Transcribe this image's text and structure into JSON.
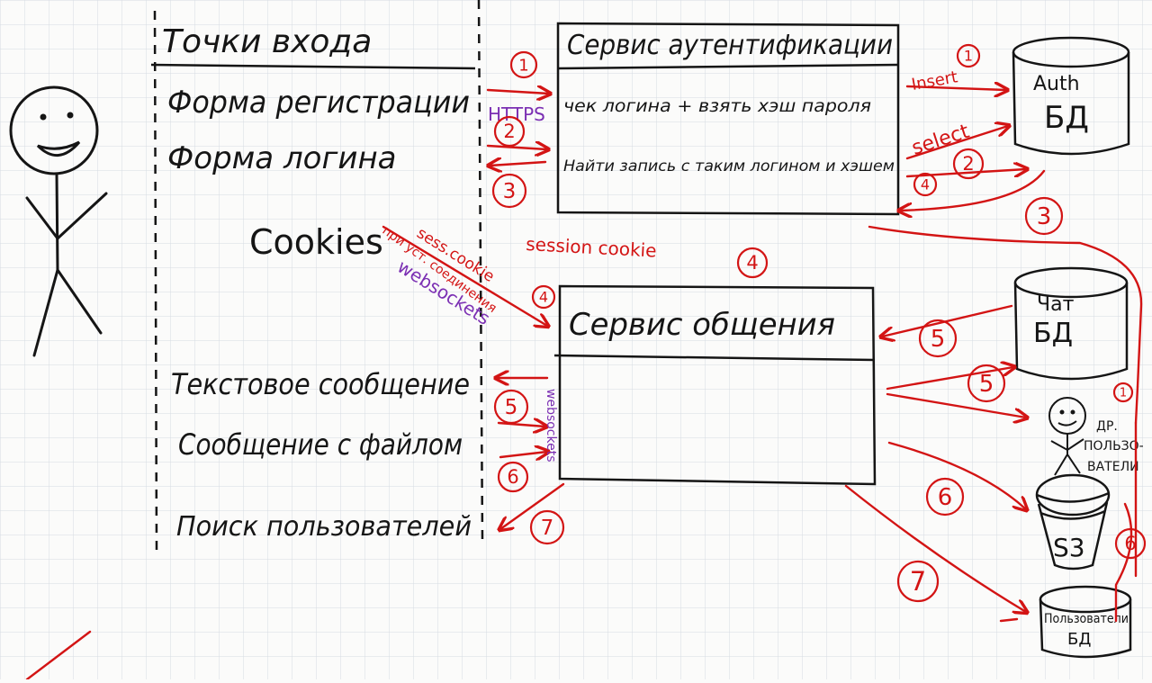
{
  "colors": {
    "paper": "#fbfbfa",
    "grid": "#d6dbe2",
    "ink": "#151515",
    "red": "#d31414",
    "purple": "#7b2fb3"
  },
  "entry_points": {
    "header": "Точки входа",
    "items": [
      "Форма регистрации",
      "Форма логина",
      "Cookies",
      "Текстовое сообщение",
      "Сообщение с файлом",
      "Поиск пользователей"
    ]
  },
  "auth_service": {
    "title": "Сервис аутентификации",
    "rows": [
      "чек логина + взять хэш пароля",
      "Найти запись с таким логином и хэшем"
    ]
  },
  "chat_service": {
    "title": "Сервис общения"
  },
  "stores": {
    "auth_db": [
      "Auth",
      "БД"
    ],
    "chat_db": [
      "Чат",
      "БД"
    ],
    "other_users": [
      "ДР.",
      "ПОЛЬЗО-",
      "ВАТЕЛИ"
    ],
    "s3": "S3",
    "users_db": [
      "Пользователи",
      "БД"
    ]
  },
  "labels": {
    "https": "HTTPS",
    "websockets": "websockets",
    "websockets_vertical": "websockets",
    "insert": "Insert",
    "select": "select",
    "session_cookie": "session cookie",
    "sess_cookie": "sess.cookie",
    "on_connect": "при уст. соединения"
  },
  "step_markers": [
    "1",
    "2",
    "3",
    "1",
    "2",
    "3",
    "4",
    "4",
    "4",
    "5",
    "5",
    "5",
    "6",
    "6",
    "6",
    "7",
    "7",
    "1"
  ]
}
